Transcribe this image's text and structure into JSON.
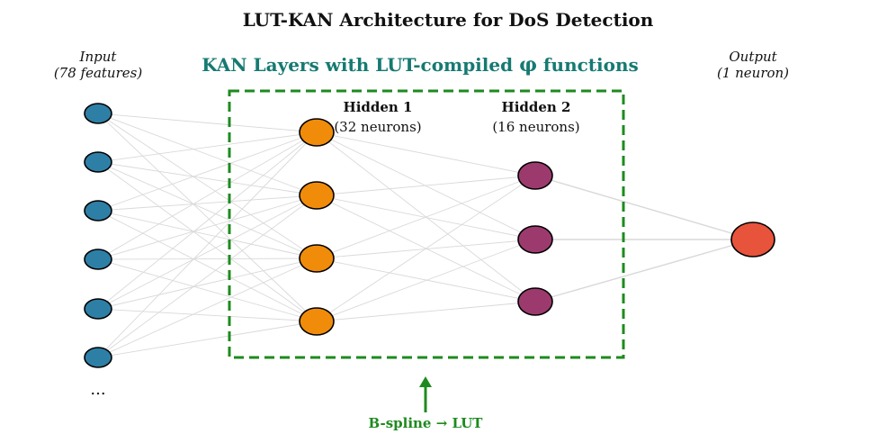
{
  "title": "LUT-KAN Architecture for DoS Detection",
  "input": {
    "label_line1": "Input",
    "label_line2": "(78 features)",
    "ellipsis": "...",
    "color": "#2e7fa6"
  },
  "kan_box": {
    "title_before": "KAN Layers with LUT-compiled ",
    "title_phi": "φ",
    "title_after": " functions",
    "title_color": "#167a72",
    "border_color": "#1e8a1e"
  },
  "hidden1": {
    "title": "Hidden 1",
    "subtitle": "(32 neurons)",
    "color": "#f08c0a"
  },
  "hidden2": {
    "title": "Hidden 2",
    "subtitle": "(16 neurons)",
    "color": "#9c3a6e"
  },
  "output": {
    "label_line1": "Output",
    "label_line2": "(1 neuron)",
    "color": "#e8533b"
  },
  "annotation": {
    "text": "B-spline → LUT",
    "color": "#1e8a1e"
  },
  "edge_color": "#d9d9d9"
}
